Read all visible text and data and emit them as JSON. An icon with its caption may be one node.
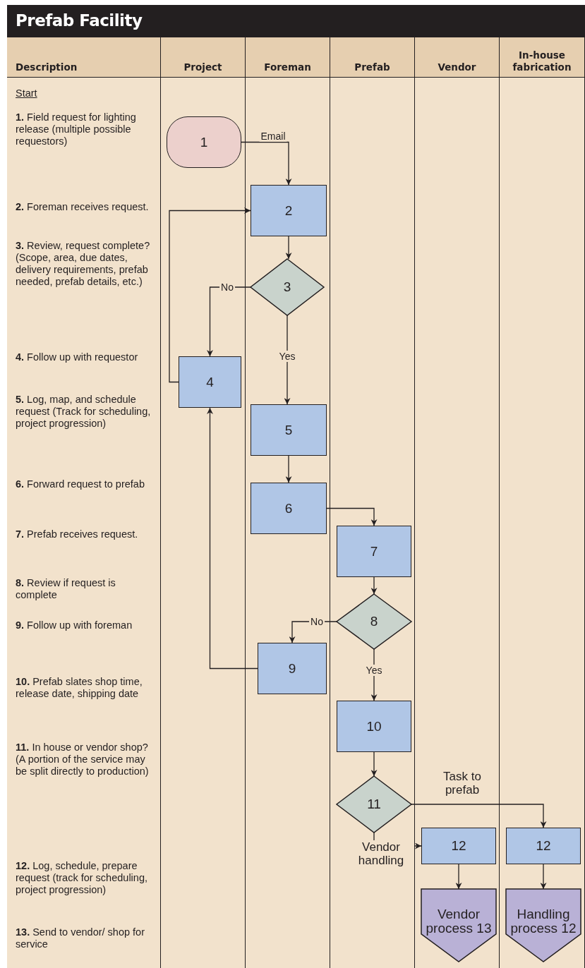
{
  "diagram": {
    "title": "Prefab Facility",
    "nodes": [
      {
        "text": [
          "1"
        ]
      },
      {
        "text": [
          "2"
        ]
      },
      {
        "text": [
          "3"
        ]
      },
      {
        "text": [
          "4"
        ]
      },
      {
        "text": [
          "5"
        ]
      },
      {
        "text": [
          "6"
        ]
      },
      {
        "text": [
          "7"
        ]
      },
      {
        "text": [
          "8"
        ]
      },
      {
        "text": [
          "9"
        ]
      },
      {
        "text": [
          "10"
        ]
      },
      {
        "text": [
          "11"
        ]
      },
      {
        "text": [
          "12"
        ]
      },
      {
        "text": [
          "12"
        ]
      },
      {
        "text": [
          "Vendor process 13"
        ]
      },
      {
        "text": [
          "Handling process 12"
        ]
      }
    ],
    "edges": [
      {
        "from": 0,
        "to": 1,
        "arrow": "to",
        "label": "Email"
      },
      {
        "from": 1,
        "to": 2,
        "arrow": "to"
      },
      {
        "from": 2,
        "to": 3,
        "arrow": "to",
        "label": "No"
      },
      {
        "from": 3,
        "to": 1,
        "arrow": "to"
      },
      {
        "from": 2,
        "to": 4,
        "arrow": "to",
        "label": "Yes"
      },
      {
        "from": 4,
        "to": 5,
        "arrow": "to"
      },
      {
        "from": 5,
        "to": 6,
        "arrow": "to"
      },
      {
        "from": 6,
        "to": 7,
        "arrow": "to"
      },
      {
        "from": 7,
        "to": 8,
        "arrow": "to",
        "label": "No"
      },
      {
        "from": 8,
        "to": 3,
        "arrow": "to"
      },
      {
        "from": 7,
        "to": 9,
        "arrow": "to",
        "label": "Yes"
      },
      {
        "from": 9,
        "to": 10,
        "arrow": "to"
      },
      {
        "from": 10,
        "to": 11,
        "arrow": "to",
        "label": "Vendor handling"
      },
      {
        "from": 10,
        "to": 12,
        "arrow": "to",
        "label": "Task to prefab"
      },
      {
        "from": 11,
        "to": 13,
        "arrow": "to"
      },
      {
        "from": 12,
        "to": 14,
        "arrow": "to"
      }
    ],
    "labels": [
      "Description",
      "Project",
      "Foreman",
      "Prefab",
      "Vendor",
      "In-house fabrication",
      "Start",
      "**1.** Field request for lighting release (multiple possible requestors)",
      "**2.** Foreman receives request.",
      "**3.** Review, request complete? (Scope, area, due dates, delivery requirements, prefab needed, prefab details, etc.)",
      "**4.** Follow up with requestor",
      "**5.** Log, map, and schedule request (Track for scheduling, project progression)",
      "**6.** Forward request to prefab",
      "**7.** Prefab receives request.",
      "**8.** Review if request is complete",
      "**9.** Follow up with foreman",
      "**10.** Prefab slates shop time, release date, shipping date",
      "**11.** In house or vendor shop? (A portion of the service may be split directly to production)",
      "**12.** Log, schedule, prepare request (track for scheduling, project progression)",
      "**13.** Send to vendor/ shop for service"
    ]
  }
}
